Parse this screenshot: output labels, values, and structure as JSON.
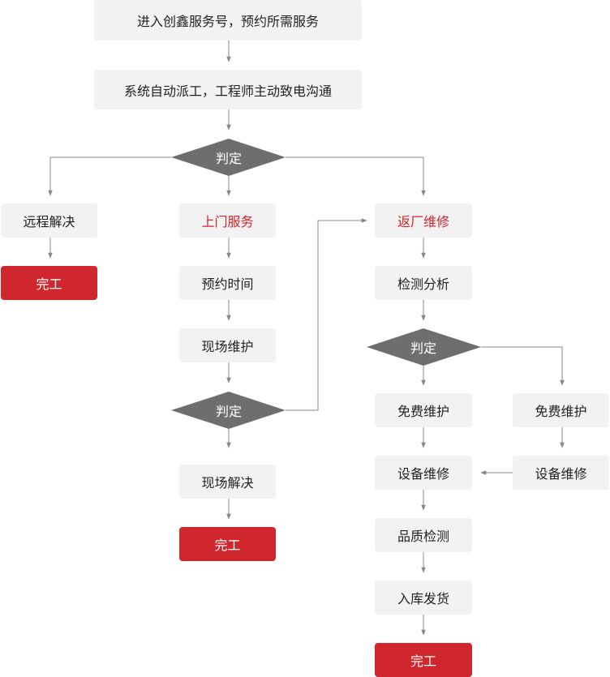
{
  "colors": {
    "box_fill": "#f2f2f2",
    "accent_red": "#d0262d",
    "diamond": "#6e6e6e",
    "connector": "#888888"
  },
  "steps": {
    "start": "进入创鑫服务号，预约所需服务",
    "dispatch": "系统自动派工，工程师主动致电沟通",
    "decision": "判定",
    "remote_solve": "远程解决",
    "remote_done": "完工",
    "onsite_service": "上门服务",
    "book_time": "预约时间",
    "onsite_repair": "现场维护",
    "onsite_decision": "判定",
    "onsite_solve": "现场解决",
    "onsite_done": "完工",
    "factory_return": "返厂维修",
    "inspect": "检测分析",
    "factory_decision": "判定",
    "free_repair_a": "免费维护",
    "free_repair_b": "免费维护",
    "device_repair_a": "设备维修",
    "device_repair_b": "设备维修",
    "quality_check": "品质检测",
    "ship": "入库发货",
    "factory_done": "完工"
  }
}
